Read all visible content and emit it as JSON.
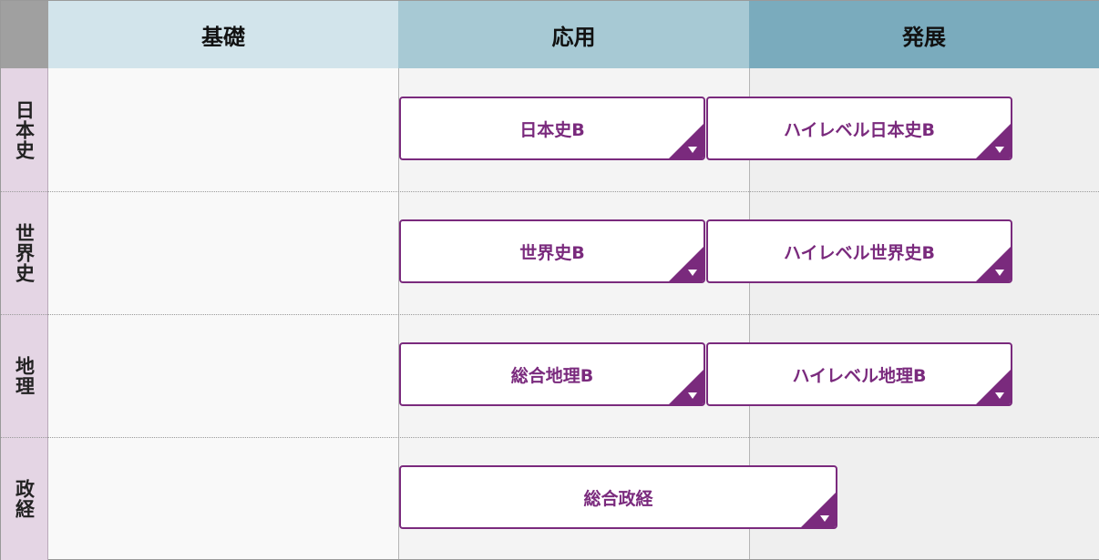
{
  "columns": {
    "basic": "基礎",
    "applied": "応用",
    "advanced": "発展"
  },
  "rows": [
    {
      "label": "日本史",
      "courses": [
        "日本史B",
        "ハイレベル日本史B"
      ]
    },
    {
      "label": "世界史",
      "courses": [
        "世界史B",
        "ハイレベル世界史B"
      ]
    },
    {
      "label": "地理",
      "courses": [
        "総合地理B",
        "ハイレベル地理B"
      ]
    },
    {
      "label": "政経",
      "courses": [
        "総合政経"
      ]
    }
  ],
  "icons": {
    "expand": "chevron-down-icon"
  },
  "colors": {
    "accent": "#7a2a7d",
    "row_label_bg": "#e4d5e4",
    "header_basic": "#d2e4eb",
    "header_applied": "#a7c9d4",
    "header_advanced": "#7aabbd"
  }
}
